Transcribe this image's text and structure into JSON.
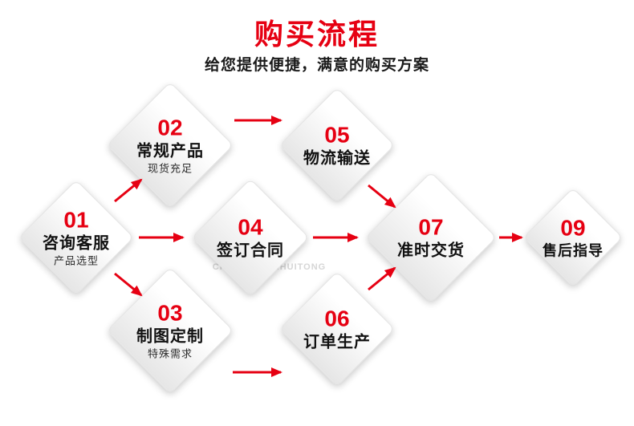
{
  "header": {
    "title": "购买流程",
    "subtitle": "给您提供便捷，满意的购买方案"
  },
  "nodes": [
    {
      "num": "01",
      "label": "咨询客服",
      "sub": "产品选型"
    },
    {
      "num": "02",
      "label": "常规产品",
      "sub": "现货充足"
    },
    {
      "num": "03",
      "label": "制图定制",
      "sub": "特殊需求"
    },
    {
      "num": "04",
      "label": "签订合同",
      "sub": ""
    },
    {
      "num": "05",
      "label": "物流输送",
      "sub": ""
    },
    {
      "num": "06",
      "label": "订单生产",
      "sub": ""
    },
    {
      "num": "07",
      "label": "准时交货",
      "sub": ""
    },
    {
      "num": "09",
      "label": "售后指导",
      "sub": ""
    }
  ],
  "flow": [
    {
      "from": "01",
      "to": "02"
    },
    {
      "from": "01",
      "to": "04"
    },
    {
      "from": "01",
      "to": "03"
    },
    {
      "from": "02",
      "to": "05"
    },
    {
      "from": "03",
      "to": "06"
    },
    {
      "from": "04",
      "to": "07"
    },
    {
      "from": "05",
      "to": "07"
    },
    {
      "from": "06",
      "to": "07"
    },
    {
      "from": "07",
      "to": "09"
    }
  ],
  "watermark": {
    "latin": "CHUANGLIANHUITONG"
  },
  "colors": {
    "accent": "#e60012",
    "text": "#1a1a1a",
    "diamond_fill": "#ffffff",
    "watermark": "#d6d6d6"
  }
}
